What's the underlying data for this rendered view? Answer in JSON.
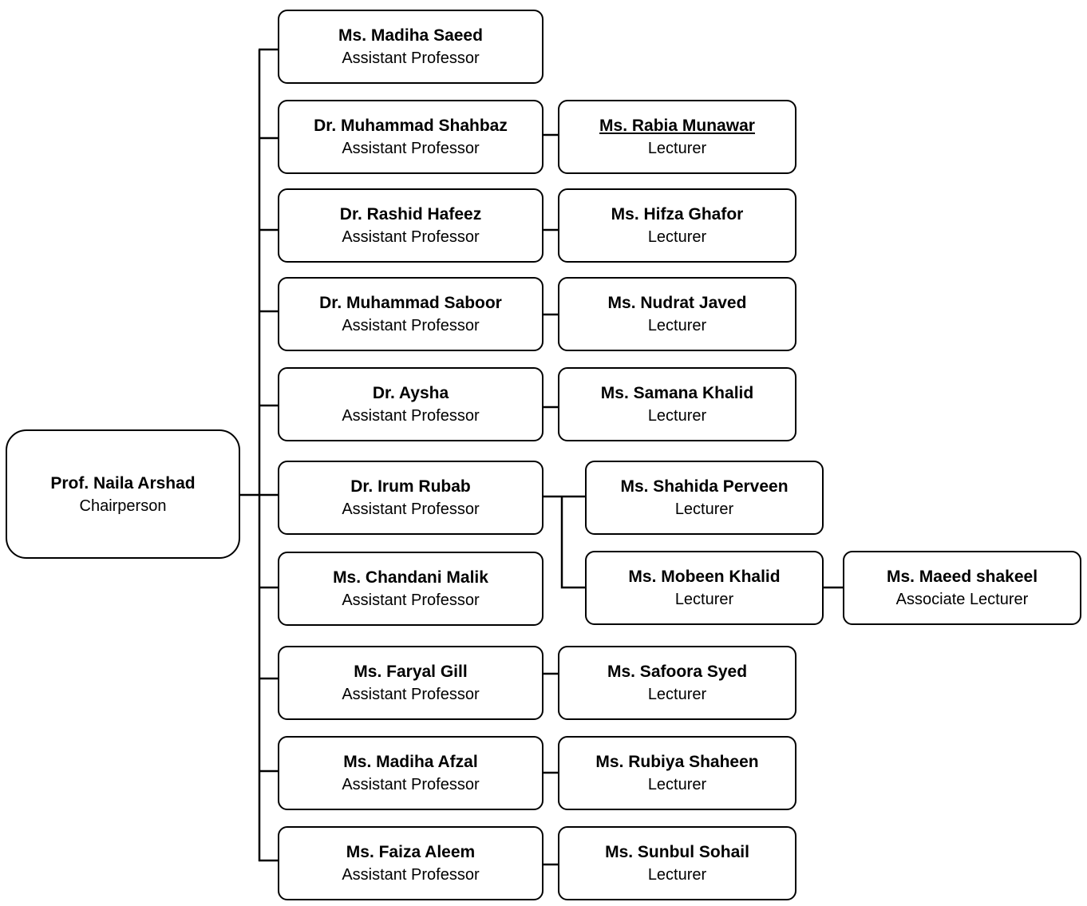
{
  "root": {
    "name": "Prof. Naila Arshad",
    "title": "Chairperson"
  },
  "assistants": [
    {
      "name": "Ms. Madiha Saeed",
      "title": "Assistant Professor"
    },
    {
      "name": "Dr. Muhammad Shahbaz",
      "title": "Assistant Professor"
    },
    {
      "name": "Dr. Rashid Hafeez",
      "title": "Assistant Professor"
    },
    {
      "name": "Dr. Muhammad Saboor",
      "title": "Assistant Professor"
    },
    {
      "name": "Dr. Aysha",
      "title": "Assistant Professor"
    },
    {
      "name": "Dr. Irum Rubab",
      "title": "Assistant Professor"
    },
    {
      "name": "Ms. Chandani Malik",
      "title": "Assistant Professor"
    },
    {
      "name": "Ms. Faryal Gill",
      "title": "Assistant Professor"
    },
    {
      "name": "Ms. Madiha Afzal",
      "title": "Assistant Professor"
    },
    {
      "name": "Ms. Faiza Aleem",
      "title": "Assistant Professor"
    }
  ],
  "lecturers": [
    {
      "name": "Ms. Rabia Munawar",
      "title": "Lecturer"
    },
    {
      "name": "Ms. Hifza Ghafor",
      "title": "Lecturer"
    },
    {
      "name": "Ms. Nudrat Javed",
      "title": "Lecturer"
    },
    {
      "name": "Ms. Samana Khalid",
      "title": "Lecturer"
    },
    {
      "name": "Ms. Shahida Perveen",
      "title": "Lecturer"
    },
    {
      "name": "Ms. Mobeen Khalid",
      "title": "Lecturer"
    },
    {
      "name": "Ms. Safoora Syed",
      "title": "Lecturer"
    },
    {
      "name": "Ms. Rubiya Shaheen",
      "title": "Lecturer"
    },
    {
      "name": "Ms. Sunbul Sohail",
      "title": "Lecturer"
    }
  ],
  "associate": {
    "name": "Ms. Maeed shakeel",
    "title": "Associate Lecturer"
  }
}
